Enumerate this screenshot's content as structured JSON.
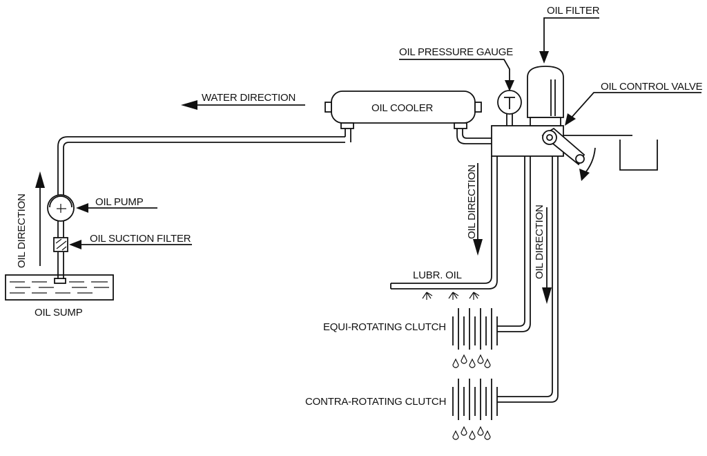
{
  "labels": {
    "oil_filter": "OIL FILTER",
    "oil_pressure_gauge": "OIL PRESSURE GAUGE",
    "oil_control_valve": "OIL CONTROL VALVE",
    "water_direction": "WATER DIRECTION",
    "oil_cooler": "OIL COOLER",
    "oil_pump": "OIL PUMP",
    "oil_suction_filter": "OIL SUCTION FILTER",
    "oil_direction_left": "OIL DIRECTION",
    "oil_sump": "OIL SUMP",
    "oil_direction_mid": "OIL DIRECTION",
    "oil_direction_right": "OIL DIRECTION",
    "lubr_oil": "LUBR. OIL",
    "equi_rotating_clutch": "EQUI-ROTATING CLUTCH",
    "contra_rotating_clutch": "CONTRA-ROTATING CLUTCH"
  },
  "colors": {
    "line": "#111111",
    "background": "#ffffff"
  }
}
